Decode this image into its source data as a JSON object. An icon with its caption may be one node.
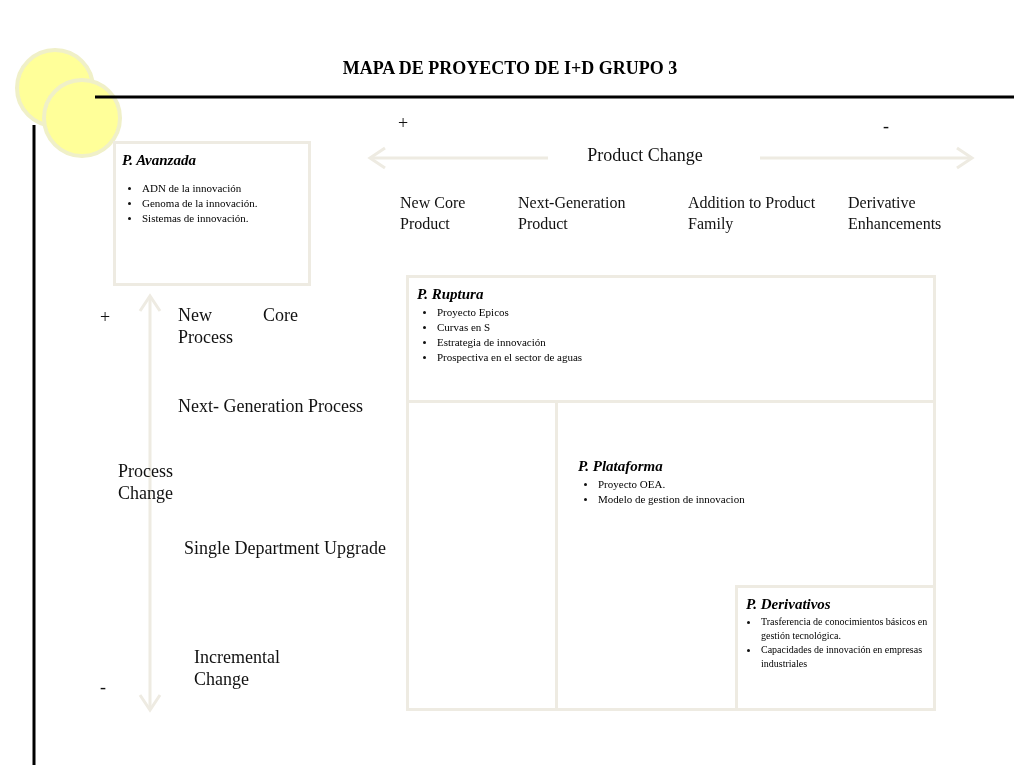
{
  "diagram": {
    "title": "MAPA DE PROYECTO DE I+D GRUPO 3",
    "nodes": [
      {
        "text": [
          "P. Avanzada",
          "ADN de la innovación",
          "Genoma de la innovación.",
          "Sistemas de innovación."
        ]
      },
      {
        "text": [
          "P. Ruptura",
          "Proyecto Epicos",
          "Curvas en S",
          "Estrategia de innovación",
          "Prospectiva en el sector de aguas"
        ]
      },
      {
        "text": [],
        "shape": "box"
      },
      {
        "text": [
          "P. Plataforma",
          "Proyecto OEA.",
          "Modelo de gestion de innovacion"
        ]
      },
      {
        "text": [
          "P. Derivativos",
          "Trasferencia de conocimientos básicos en gestión tecnológica.",
          "Capacidades de innovación en empresas industriales"
        ],
        "in": 3
      }
    ],
    "labels": [
      "+",
      "-",
      "Product Change",
      "New Core Product",
      "Next-Generation Product",
      "Addition to Product Family",
      "Derivative Enhancements",
      "+",
      "New Core Process",
      "Next- Generation Process",
      "Process Change",
      "Single Department Upgrade",
      "-",
      "Incremental Change"
    ]
  }
}
